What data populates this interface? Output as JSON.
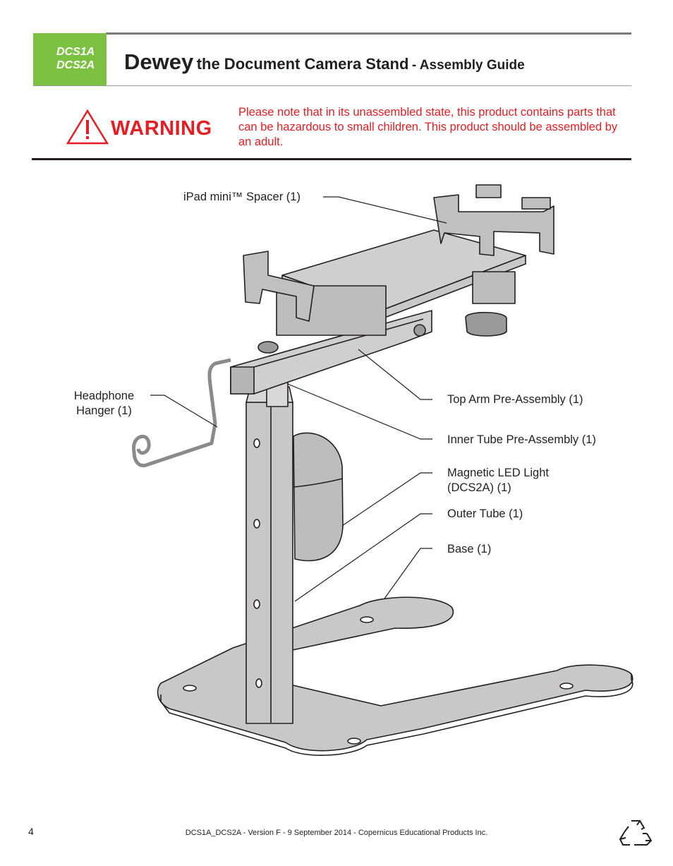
{
  "header": {
    "badge_line1": "DCS1A",
    "badge_line2": "DCS2A",
    "title_main": "Dewey",
    "title_sub": "the Document Camera Stand",
    "title_suffix": "- Assembly Guide"
  },
  "warning": {
    "heading": "WARNING",
    "text": "Please note that in its unassembled state, this product contains parts that can be hazardous to small children. This product should be assembled by an adult."
  },
  "parts": {
    "ipad_spacer": "iPad mini™ Spacer (1)",
    "headphone_line1": "Headphone",
    "headphone_line2": "Hanger (1)",
    "top_arm": "Top Arm Pre-Assembly (1)",
    "inner_tube": "Inner Tube Pre-Assembly (1)",
    "led_line1": "Magnetic LED Light",
    "led_line2": "(DCS2A) (1)",
    "outer_tube": "Outer Tube (1)",
    "base": "Base (1)"
  },
  "footer": {
    "page_number": "4",
    "text": "DCS1A_DCS2A - Version F - 9 September 2014 - Copernicus Educational Products Inc."
  },
  "colors": {
    "accent_green": "#7cc142",
    "warning_red": "#e31e24",
    "part_gray": "#c8c8c8"
  }
}
